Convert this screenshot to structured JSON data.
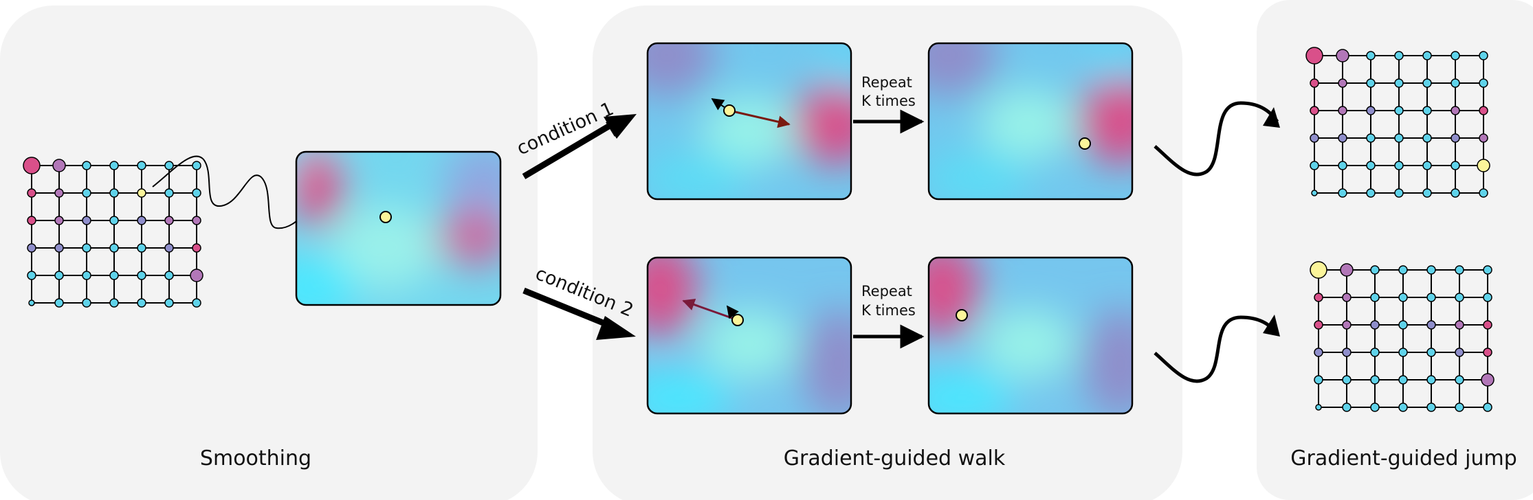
{
  "panels": {
    "smoothing": {
      "title": "Smoothing"
    },
    "walk": {
      "title": "Gradient-guided walk"
    },
    "jump": {
      "title": "Gradient-guided jump"
    }
  },
  "conditions": {
    "condition_1": "condition 1",
    "condition_2": "condition 2"
  },
  "repeat": {
    "line1": "Repeat",
    "line2": "K times"
  },
  "colors": {
    "panel_bg": "#f3f3f3",
    "pink": "#d9508a",
    "purple": "#b277b8",
    "slate": "#8f8ecb",
    "cyan": "#5fd3ea",
    "yellow": "#fbf59a",
    "light_cyan": "#5ce6ff",
    "arrow_dark_red": "#7a1a10",
    "arrow_maroon": "#7a1a3a"
  },
  "icons": [
    "grid-graph",
    "smooth-landscape",
    "bold-arrow",
    "squiggle-arrow",
    "gradient-arrow"
  ]
}
